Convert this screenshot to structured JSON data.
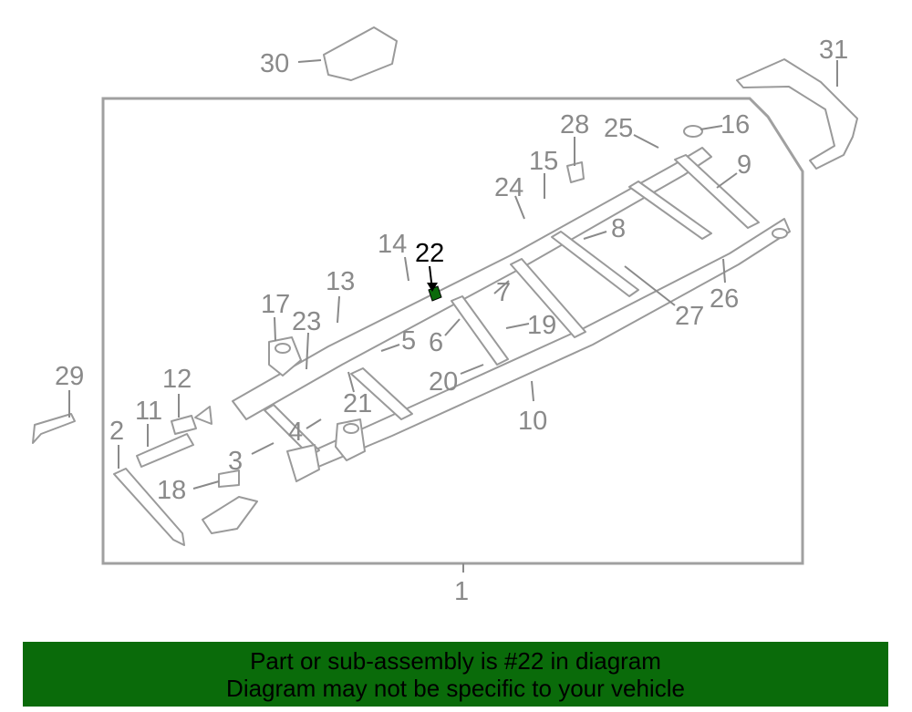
{
  "callouts": {
    "c1": "1",
    "c2": "2",
    "c3": "3",
    "c4": "4",
    "c5": "5",
    "c6": "6",
    "c7": "7",
    "c8": "8",
    "c9": "9",
    "c10": "10",
    "c11": "11",
    "c12": "12",
    "c13": "13",
    "c14": "14",
    "c15": "15",
    "c16": "16",
    "c17": "17",
    "c18": "18",
    "c19": "19",
    "c20": "20",
    "c21": "21",
    "c22": "22",
    "c23": "23",
    "c24": "24",
    "c25": "25",
    "c26": "26",
    "c27": "27",
    "c28": "28",
    "c29": "29",
    "c30": "30",
    "c31": "31"
  },
  "highlight": {
    "part_number": "22",
    "color": "#0a6b0a"
  },
  "banner": {
    "line1": "Part or sub-assembly is #22 in diagram",
    "line2": "Diagram may not be specific to your vehicle",
    "background": "#0a6b0a"
  }
}
